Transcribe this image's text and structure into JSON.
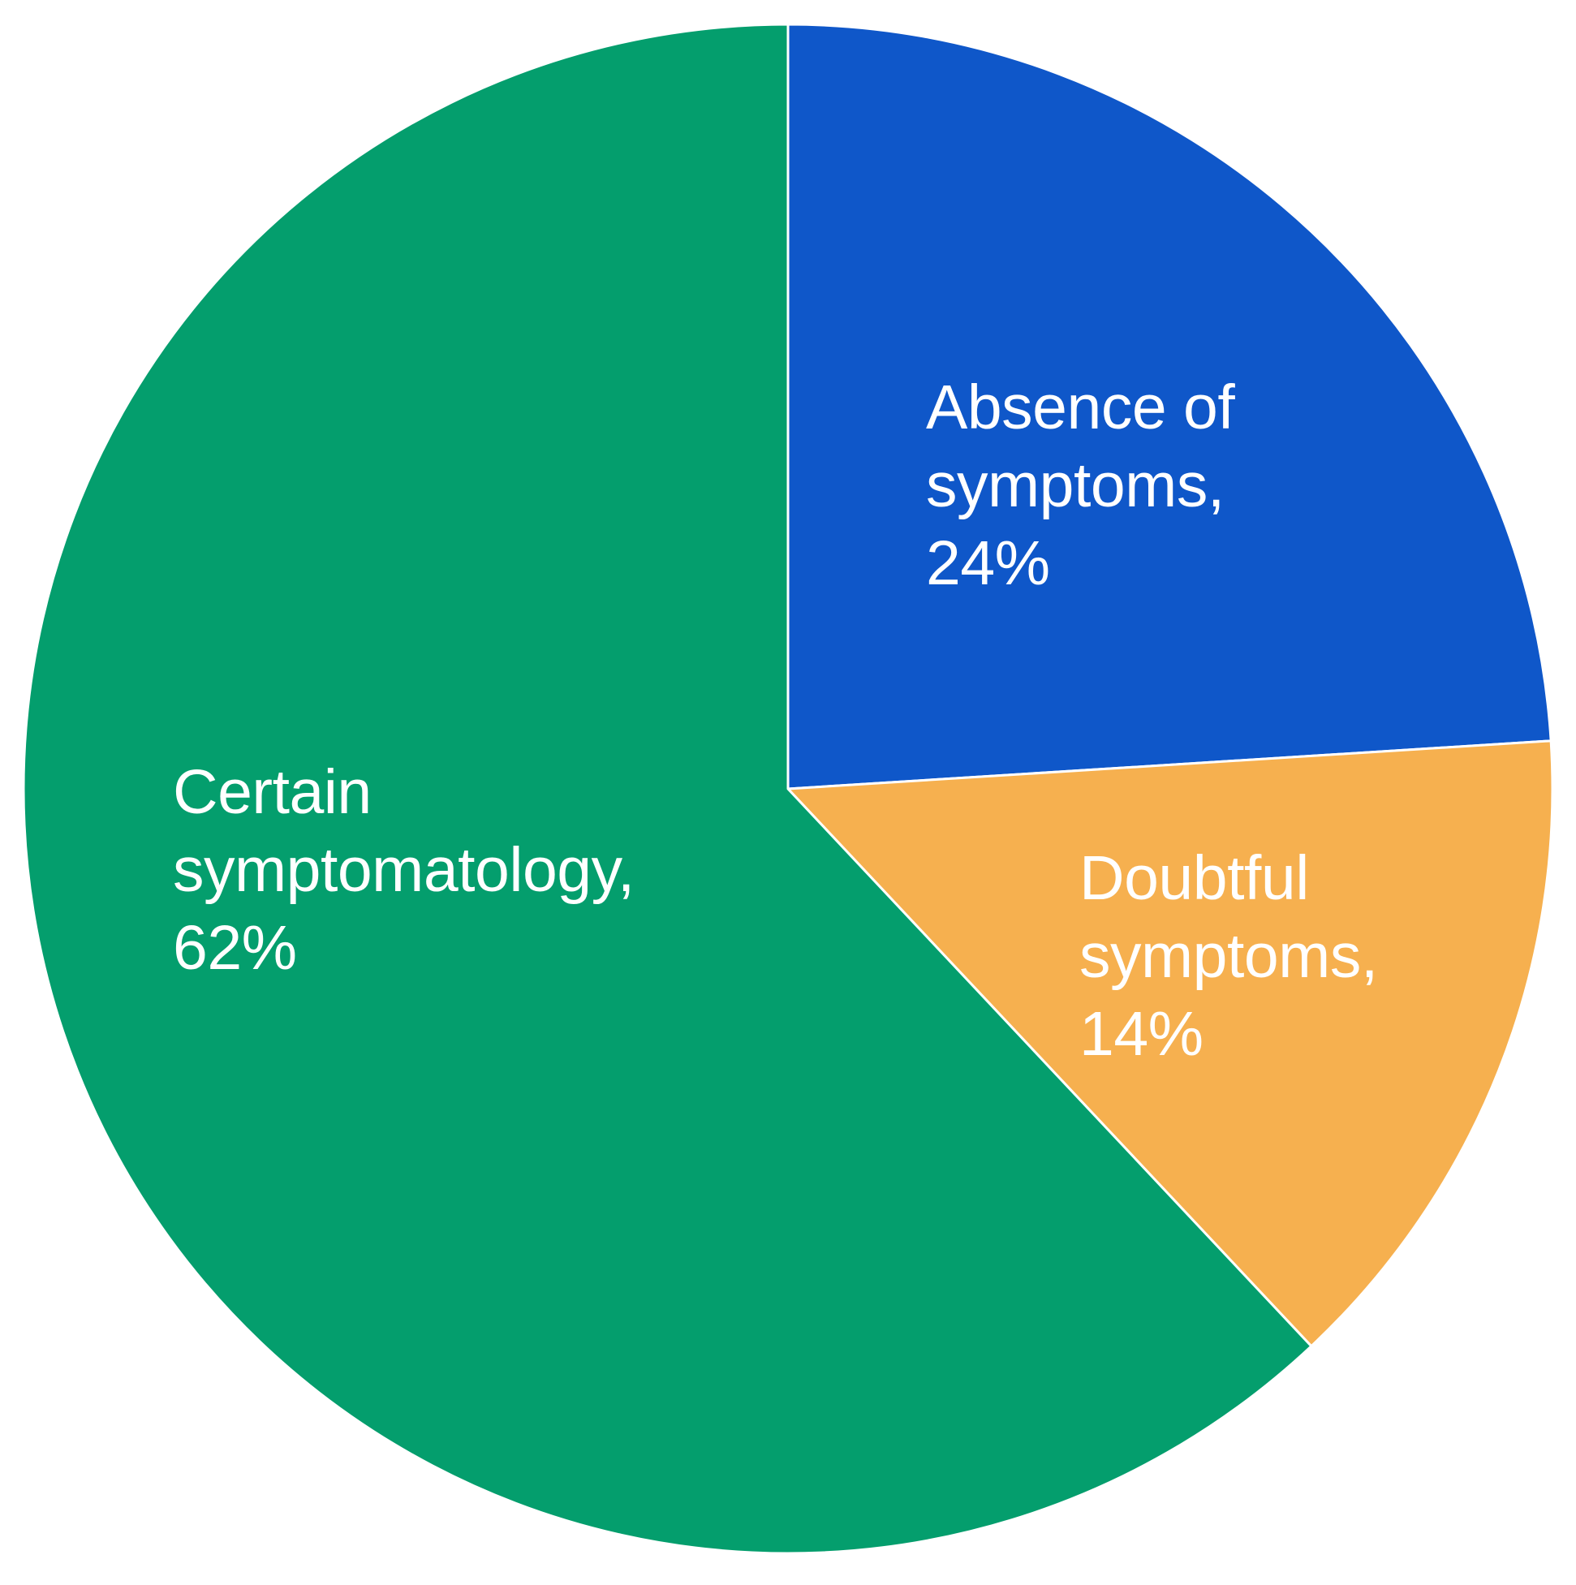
{
  "chart_data": {
    "type": "pie",
    "title": "",
    "start_angle_deg": 0,
    "direction": "clockwise",
    "slice_border_color": "#ffffff",
    "slices": [
      {
        "label": "Absence of symptoms",
        "value": 24,
        "value_label": "24%",
        "color": "#0f57c9",
        "label_lines": [
          "Absence of",
          "symptoms,",
          "24%"
        ]
      },
      {
        "label": "Doubtful symptoms",
        "value": 14,
        "value_label": "14%",
        "color": "#f6b04f",
        "label_lines": [
          "Doubtful",
          "symptoms,",
          "14%"
        ]
      },
      {
        "label": "Certain symptomatology",
        "value": 62,
        "value_label": "62%",
        "color": "#049e6d",
        "label_lines": [
          "Certain",
          "symptomatology,",
          "62%"
        ]
      }
    ]
  }
}
